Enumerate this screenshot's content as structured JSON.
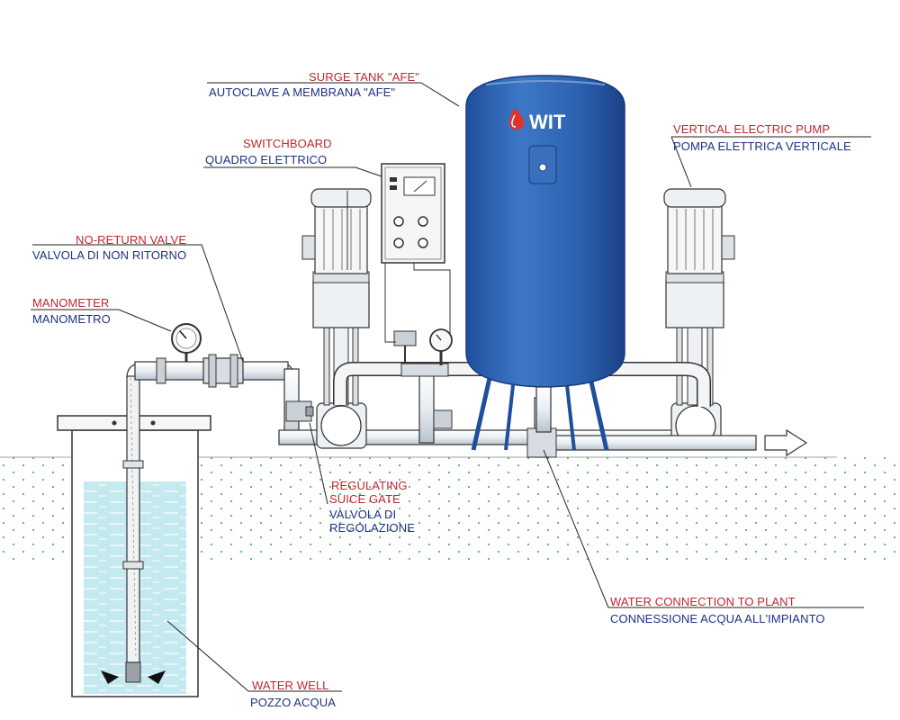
{
  "colors": {
    "label_red": "#c0262d",
    "label_blue": "#1e2f86",
    "tank_blue": "#2f64b3",
    "water": "#bfe7ee",
    "ground_dots": "#3aa04a"
  },
  "logo": {
    "text": "WIT",
    "icon": "water-drop-logo-icon"
  },
  "labels": {
    "surge_tank_en": "SURGE TANK \"AFE\"",
    "surge_tank_it": "AUTOCLAVE A MEMBRANA \"AFE\"",
    "switchboard_en": "SWITCHBOARD",
    "switchboard_it": "QUADRO ELETTRICO",
    "pump_en": "VERTICAL ELECTRIC PUMP",
    "pump_it": "POMPA ELETTRICA VERTICALE",
    "valve_en": "NO-RETURN VALVE",
    "valve_it": "VALVOLA DI NON RITORNO",
    "manometer_en": "MANOMETER",
    "manometer_it": "MANOMETRO",
    "gate_en_1": "REGULATING",
    "gate_en_2": "SUICE GATE",
    "gate_it_1": "VALVOLA DI",
    "gate_it_2": "REGOLAZIONE",
    "connection_en": "WATER CONNECTION TO PLANT",
    "connection_it": "CONNESSIONE ACQUA ALL'IMPIANTO",
    "well_en": "WATER WELL",
    "well_it": "POZZO ACQUA"
  }
}
